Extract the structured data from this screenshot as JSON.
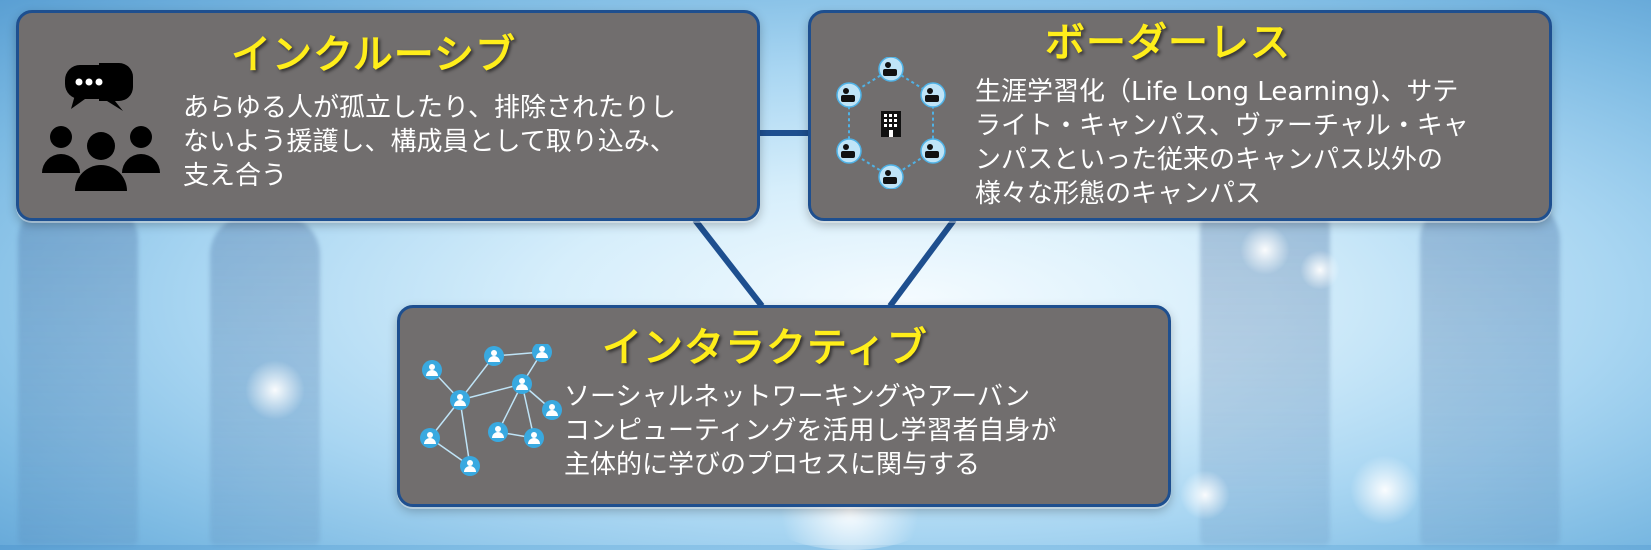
{
  "cards": {
    "inclusive": {
      "title": "インクルーシブ",
      "body_lines": [
        "あらゆる人が孤立したり、排除されたりし",
        "ないよう援護し、構成員として取り込み、",
        "支え合う"
      ],
      "icon": "people-chat-icon"
    },
    "borderless": {
      "title": "ボーダーレス",
      "body_lines": [
        "生涯学習化（Life Long Learning)、サテ",
        "ライト・キャンパス、ヴァーチャル・キャ",
        "ンパスといった従来のキャンパス以外の",
        "様々な形態のキャンパス"
      ],
      "icon": "network-campus-icon"
    },
    "interactive": {
      "title": "インタラクティブ",
      "body_lines": [
        "ソーシャルネットワーキングやアーバン",
        "コンピューティングを活用し学習者自身が",
        "主体的に学びのプロセスに関与する"
      ],
      "icon": "social-network-icon"
    }
  },
  "colors": {
    "card_fill": "#716e6e",
    "card_border": "#1e4f8f",
    "title": "#ffee1a",
    "body_text": "#ffffff",
    "connector": "#1e4f8f",
    "node": "#39a9e0"
  }
}
